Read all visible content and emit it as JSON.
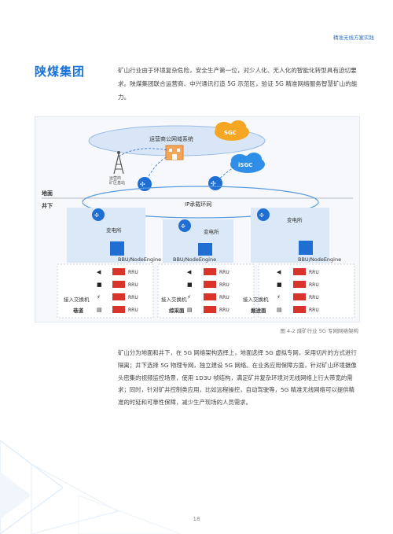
{
  "header": {
    "section_label": "精准无线方案实践"
  },
  "section": {
    "title": "陕煤集团",
    "intro": "矿山行业由于环境复杂危险，安全生产第一位，对少人化、无人化的智能化转型具有迫切要求。陕煤集团联合运营商、中兴通讯打造 5G 示范区，验证 5G 精准网络服务智慧矿山的能力。"
  },
  "figure": {
    "cloud_label": "运营商公网域系统",
    "sgc": "SGC",
    "isgc": "iSGC",
    "base_station": "运营商\n矿区基站",
    "ground": "地面",
    "underground": "井下",
    "ring_label": "IP承载环网",
    "substation": "变电所",
    "bbu": "BBU/NodeEngine",
    "rru": "RRU",
    "access_switch": "接入交换机",
    "zones": [
      "巷道",
      "综采面",
      "掘进面"
    ],
    "caption": "图 4-2 煤矿行业 5G 专网网络架构"
  },
  "body": {
    "paragraph": "矿山分为地面和井下，在 5G 网络架构选择上，地面选择 5G 虚拟专网，采用切片的方式进行隔离；井下选择 5G 物理专网，独立建设 5G 网络。在业务应用保障方面，针对矿山环境摄像头密集的视频监控场景，使用 1D3U 帧结构，满足矿井复杂环境对无线网络上行大带宽的需求；同时，针对矿井控制类应用，比如远程操控，自动驾驶等，5G 精准无线网络可以提供精准的时延和可靠性保障，减少生产现场的人员需求。"
  },
  "footer": {
    "page_number": "18"
  },
  "colors": {
    "accent": "#1a73d9",
    "sgc_orange": "#f5a623",
    "isgc_blue": "#2f8fe8",
    "rru_red": "#d9342b",
    "zone_bg": "#dbe8f7"
  }
}
